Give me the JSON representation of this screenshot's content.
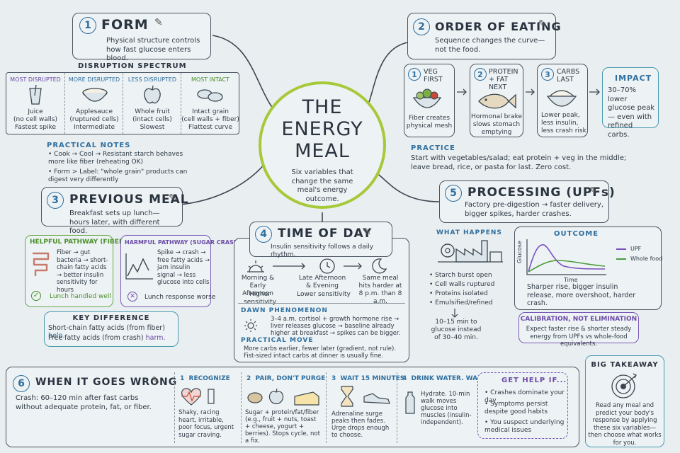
{
  "center": {
    "title_line1": "THE",
    "title_line2": "ENERGY",
    "title_line3": "MEAL",
    "subtitle": "Six variables that change the same meal's energy outcome."
  },
  "form": {
    "num": "1",
    "title": "FORM",
    "desc": "Physical structure controls how fast glucose enters blood.",
    "spectrum_title": "DISRUPTION SPECTRUM",
    "spectrum": [
      {
        "tag": "MOST DISRUPTED",
        "name": "Juice",
        "sub": "(no cell walls)",
        "note": "Fastest spike"
      },
      {
        "tag": "MORE DISRUPTED",
        "name": "Applesauce",
        "sub": "(ruptured cells)",
        "note": "Intermediate"
      },
      {
        "tag": "LESS DISRUPTED",
        "name": "Whole fruit",
        "sub": "(intact cells)",
        "note": "Slowest"
      },
      {
        "tag": "MOST INTACT",
        "name": "Intact grain",
        "sub": "(cell walls + fiber)",
        "note": "Flattest curve"
      }
    ],
    "notes_title": "PRACTICAL NOTES",
    "notes": [
      "Cook → Cool → Resistant starch behaves more like fiber (reheating OK)",
      "Form > Label: \"whole grain\" products can digest very differently"
    ]
  },
  "order": {
    "num": "2",
    "title": "ORDER OF EATING",
    "desc": "Sequence changes the curve— not the food.",
    "steps": [
      {
        "num": "1",
        "title": "VEG FIRST",
        "note": "Fiber creates physical mesh"
      },
      {
        "num": "2",
        "title": "PROTEIN + FAT NEXT",
        "note": "Hormonal brake slows stomach emptying"
      },
      {
        "num": "3",
        "title": "CARBS LAST",
        "note": "Lower peak, less insulin, less crash risk"
      }
    ],
    "impact_title": "IMPACT",
    "impact_text": "30–70% lower glucose peak— even with refined carbs.",
    "practice_title": "PRACTICE",
    "practice_text": "Start with vegetables/salad; eat protein + veg in the middle; leave bread, rice, or pasta for last. Zero cost."
  },
  "previous": {
    "num": "3",
    "title": "PREVIOUS MEAL",
    "desc": "Breakfast sets up lunch— hours later, with different food.",
    "helpful_title": "HELPFUL PATHWAY (FIBER)",
    "helpful_text": "Fiber → gut bacteria → short-chain fatty acids → better insulin sensitivity for hours",
    "helpful_result": "Lunch handled well",
    "harmful_title": "HARMFUL PATHWAY (SUGAR CRASH)",
    "harmful_text": "Spike → crash → free fatty acids → jam insulin signal → less glucose into cells",
    "harmful_result": "Lunch response worse",
    "key_title": "KEY DIFFERENCE",
    "key_line1_a": "Short-chain fatty acids (from fiber) ",
    "key_line1_b": "help.",
    "key_line2_a": "Free fatty acids (from crash) ",
    "key_line2_b": "harm."
  },
  "time": {
    "num": "4",
    "title": "TIME OF DAY",
    "desc": "Insulin sensitivity follows a daily rhythm.",
    "periods": [
      {
        "label": "Morning & Early Afternoon",
        "note": "Higher sensitivity"
      },
      {
        "label": "Late Afternoon & Evening",
        "note": "Lower sensitivity"
      },
      {
        "label": "Same meal hits harder at 8 p.m. than 8 a.m.",
        "note": ""
      }
    ],
    "dawn_title": "DAWN PHENOMENON",
    "dawn_text": "3–4 a.m. cortisol + growth hormone rise → liver releases glucose → baseline already higher at breakfast → spikes can be bigger.",
    "move_title": "PRACTICAL MOVE",
    "move_text": "More carbs earlier, fewer later (gradient, not rule). Fist-sized intact carbs at dinner is usually fine."
  },
  "processing": {
    "num": "5",
    "title": "PROCESSING (UPFs)",
    "desc": "Factory pre-digestion → faster delivery, bigger spikes, harder crashes.",
    "what_title": "WHAT HAPPENS",
    "what_items": [
      "Starch burst open",
      "Cell walls ruptured",
      "Proteins isolated",
      "Emulsified/refined"
    ],
    "what_result": "10–15 min to glucose instead of 30–40 min.",
    "outcome_title": "OUTCOME",
    "y_label": "Glucose",
    "x_label": "Time",
    "legend_upf": "UPF",
    "legend_whole": "Whole food",
    "outcome_text": "Sharper rise, bigger insulin release, more overshoot, harder crash.",
    "calib_title": "CALIBRATION, NOT ELIMINATION",
    "calib_text": "Expect faster rise & shorter steady energy from UPFs vs whole-food equivalents.",
    "color_upf": "#7b4fc0",
    "color_whole": "#4a9a3a"
  },
  "wrong": {
    "num": "6",
    "title": "WHEN IT GOES WRONG",
    "crash_text": "Crash: 60–120 min after fast carbs without adequate protein, fat, or fiber.",
    "steps": [
      {
        "num": "1",
        "title": "RECOGNIZE",
        "text": "Shaky, racing heart, irritable, poor focus, urgent sugar craving."
      },
      {
        "num": "2",
        "title": "PAIR, DON'T PURGE",
        "text": "Sugar + protein/fat/fiber (e.g., fruit + nuts, toast + cheese, yogurt + berries). Stops cycle, not a fix."
      },
      {
        "num": "3",
        "title": "WAIT 15 MINUTES",
        "text": "Adrenaline surge peaks then fades. Urge drops enough to choose."
      },
      {
        "num": "4",
        "title": "DRINK WATER. WALK.",
        "text": "Hydrate. 10-min walk moves glucose into muscles (insulin-independent)."
      }
    ],
    "help_title": "GET HELP IF...",
    "help_items": [
      "Crashes dominate your day",
      "Symptoms persist despite good habits",
      "You suspect underlying medical issues"
    ]
  },
  "takeaway": {
    "title": "BIG TAKEAWAY",
    "text": "Read any meal and predict your body's response by applying these six variables— then choose what works for you."
  }
}
